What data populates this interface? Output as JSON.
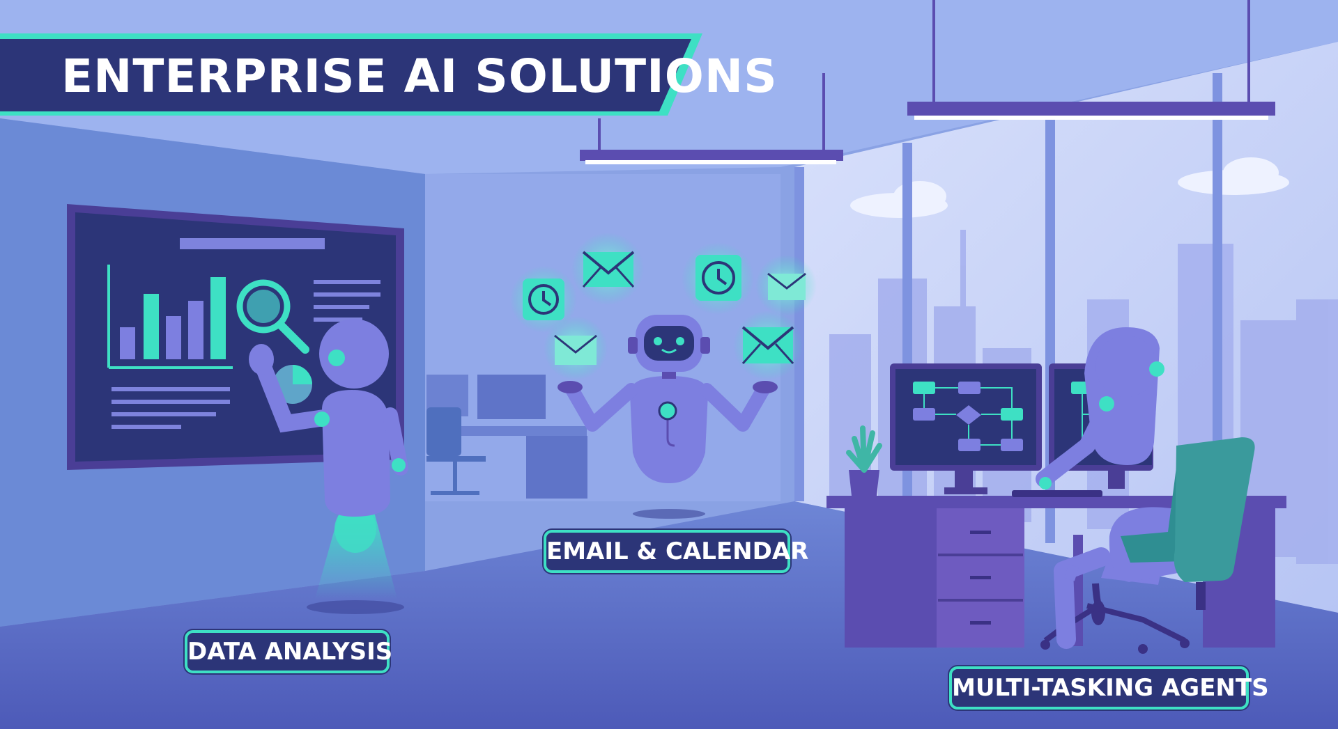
{
  "banner": {
    "title": "ENTERPRISE AI SOLUTIONS"
  },
  "zones": {
    "data_analysis": {
      "label": "DATA ANALYSIS",
      "icons": [
        "bar-chart-icon",
        "magnifier-icon",
        "pie-chart-icon"
      ]
    },
    "email_calendar": {
      "label": "EMAIL & CALENDAR",
      "icons": [
        "envelope-icon",
        "clock-icon"
      ]
    },
    "multi_tasking": {
      "label": "MULTI-TASKING AGENTS",
      "icons": [
        "flowchart-icon"
      ]
    }
  },
  "colors": {
    "accent": "#3ee0c4",
    "banner_bg": "#2c3578",
    "robot": "#7d7fe0",
    "wall": "#6f8ed6",
    "floor": "#5d6fc6"
  }
}
